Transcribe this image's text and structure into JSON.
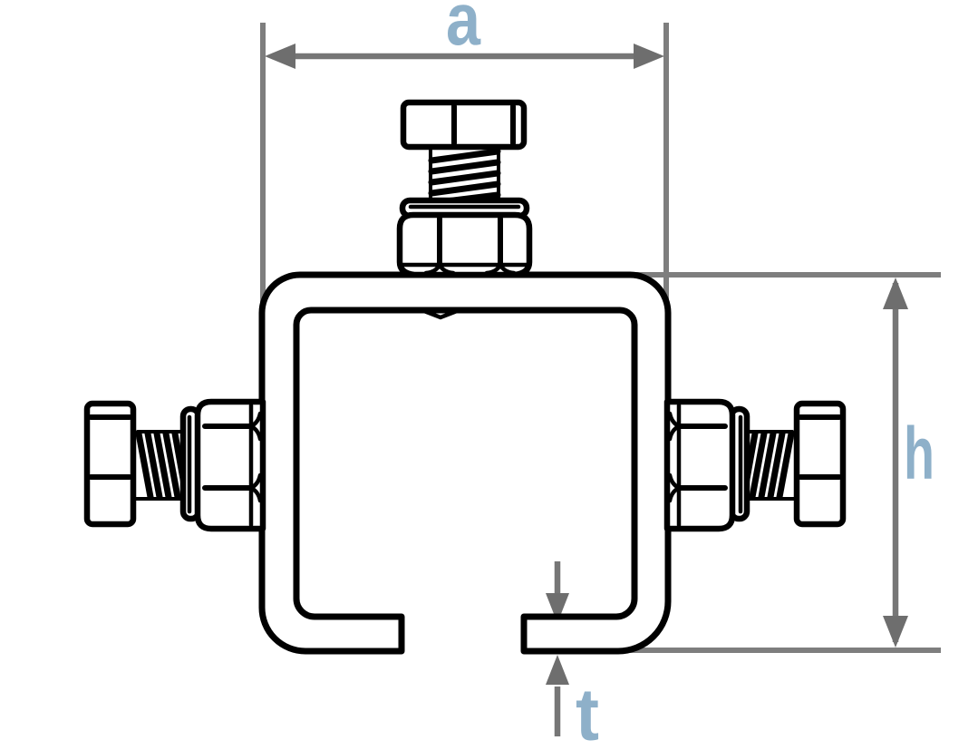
{
  "drawing": {
    "kind": "technical-dimension-drawing",
    "subject": "C-profile clamp bracket with three clamping bolts",
    "dimension_labels": {
      "width": "a",
      "height": "h",
      "thickness": "t"
    },
    "colors": {
      "outline_black": "#000000",
      "dimension_gray": "#767676",
      "label_blue": "#8eb0c9",
      "background": "#ffffff"
    },
    "parts": [
      "c-channel-bracket",
      "top-clamping-bolt",
      "left-clamping-bolt",
      "right-clamping-bolt"
    ]
  }
}
